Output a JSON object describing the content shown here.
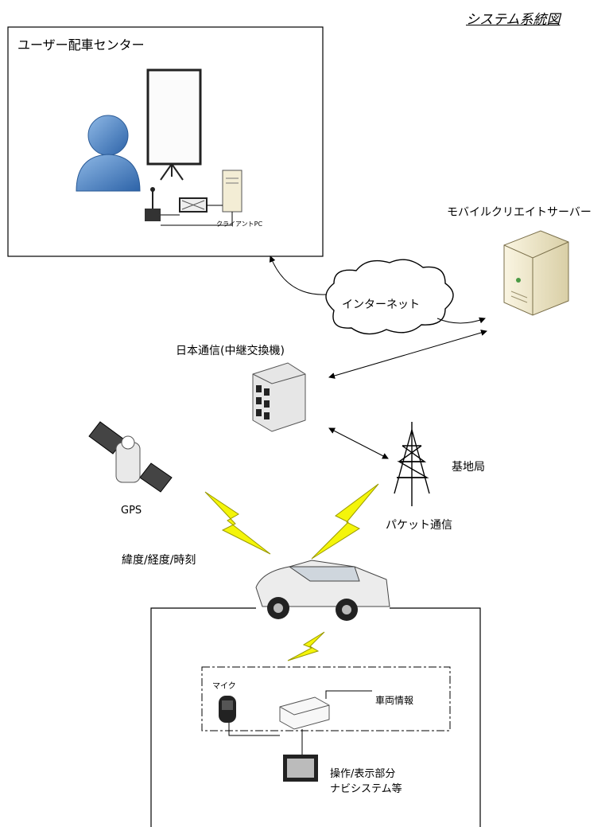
{
  "title": "システム系統図",
  "center": {
    "title": "ユーザー配車センター",
    "client_pc": "クライアントPC"
  },
  "server": {
    "label": "モバイルクリエイトサーバー"
  },
  "internet": {
    "label": "インターネット"
  },
  "exchange": {
    "label": "日本通信(中継交換機)"
  },
  "base_station": {
    "label": "基地局"
  },
  "gps": {
    "label": "GPS",
    "signal": "緯度/経度/時刻"
  },
  "packet": {
    "label": "パケット通信"
  },
  "vehicle": {
    "mic": "マイク",
    "vehicle_info": "車両情報",
    "operation_line1": "操作/表示部分",
    "operation_line2": "ナビシステム等"
  },
  "colors": {
    "person": "#3f7fc4",
    "lightning": "#f4f50a",
    "server": "#efe6c4"
  }
}
